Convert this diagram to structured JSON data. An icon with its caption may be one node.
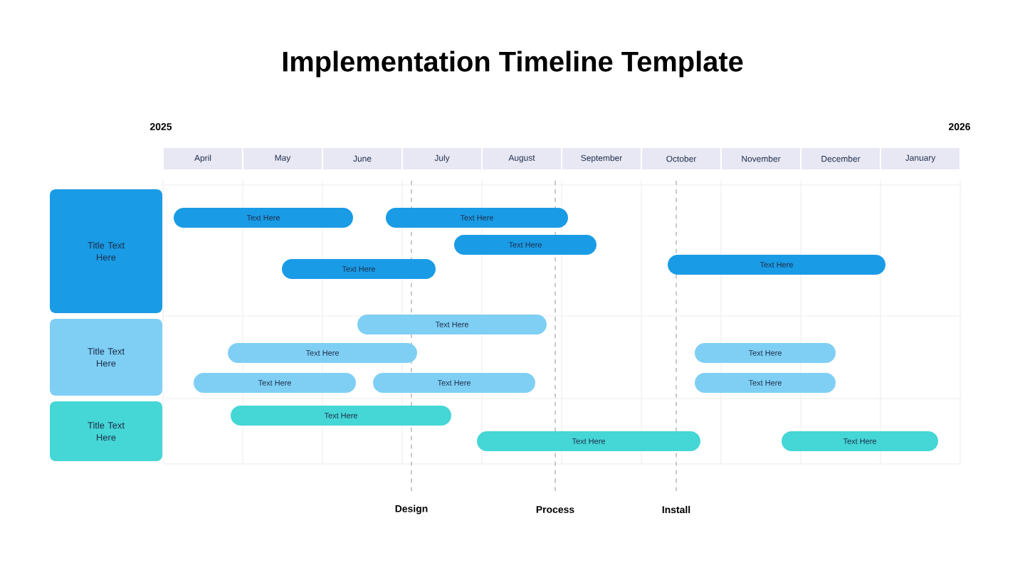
{
  "diagram": {
    "title": "Implementation Timeline Template",
    "nodes": [
      {
        "text": [
          "April"
        ]
      },
      {
        "text": [
          "May"
        ]
      },
      {
        "text": [
          "June"
        ]
      },
      {
        "text": [
          "July"
        ]
      },
      {
        "text": [
          "August"
        ]
      },
      {
        "text": [
          "September"
        ]
      },
      {
        "text": [
          "October"
        ]
      },
      {
        "text": [
          "November"
        ]
      },
      {
        "text": [
          "December"
        ]
      },
      {
        "text": [
          "January"
        ]
      },
      {
        "text": [
          "Title Text Here"
        ]
      },
      {
        "text": [
          "Text Here"
        ]
      },
      {
        "text": [
          "Text Here"
        ]
      },
      {
        "text": [
          "Text Here"
        ]
      },
      {
        "text": [
          "Text Here"
        ]
      },
      {
        "text": [
          "Text Here"
        ]
      },
      {
        "text": [
          "Title Text Here"
        ]
      },
      {
        "text": [
          "Text Here"
        ]
      },
      {
        "text": [
          "Text Here"
        ]
      },
      {
        "text": [
          "Text Here"
        ]
      },
      {
        "text": [
          "Text Here"
        ]
      },
      {
        "text": [
          "Text Here"
        ]
      },
      {
        "text": [
          "Text Here"
        ]
      },
      {
        "text": [
          "Title Text Here"
        ]
      },
      {
        "text": [
          "Text Here"
        ]
      },
      {
        "text": [
          "Text Here"
        ]
      },
      {
        "text": [
          "Text Here"
        ]
      }
    ],
    "edges": [],
    "labels": [
      "2025",
      "2026",
      "Design",
      "Process",
      "Install"
    ]
  }
}
